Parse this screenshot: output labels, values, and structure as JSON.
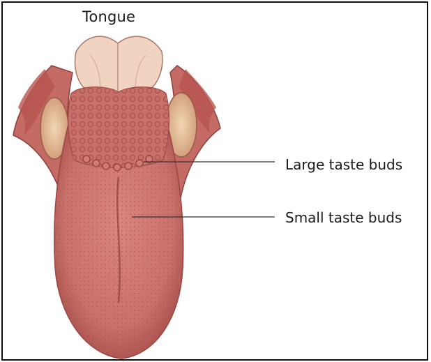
{
  "diagram": {
    "title": "Tongue",
    "labels": {
      "large_taste_buds": "Large taste buds",
      "small_taste_buds": "Small taste buds"
    },
    "colors": {
      "tongue_body": "#c9716b",
      "tongue_shadow": "#a44d4a",
      "papillae": "#b8554f",
      "tonsil": "#e7c29a",
      "epiglottis": "#f1d3c2",
      "leader_line": "#333333"
    }
  }
}
